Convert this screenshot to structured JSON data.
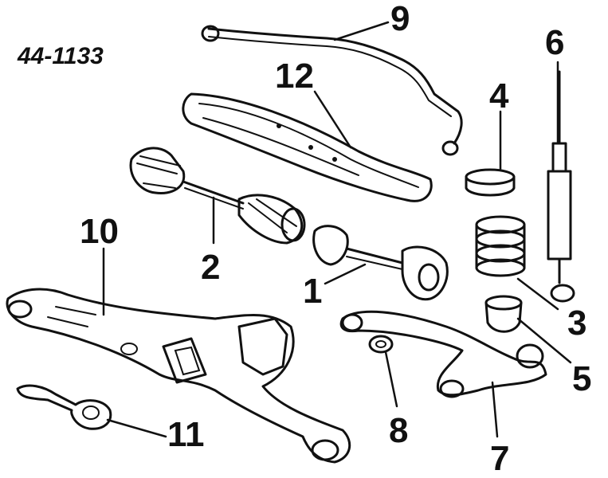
{
  "reference_code": "44-1133",
  "callouts": [
    "1",
    "2",
    "3",
    "5",
    "6",
    "7",
    "8",
    "9",
    "10",
    "11",
    "12",
    "4"
  ]
}
